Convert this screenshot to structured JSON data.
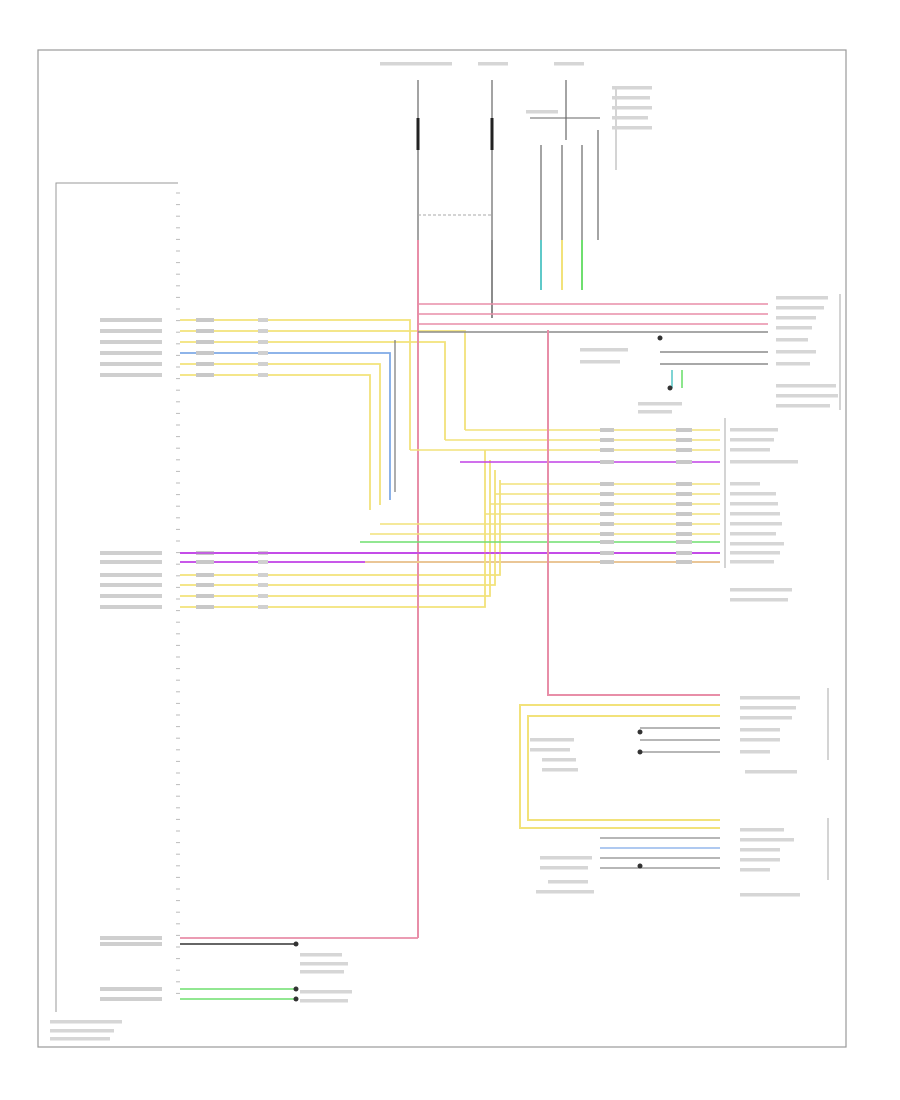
{
  "figure_code": "",
  "modules": [
    {
      "id": "tcm",
      "name": ""
    },
    {
      "id": "shifter",
      "name": ""
    },
    {
      "id": "ebcm",
      "name": ""
    },
    {
      "id": "smm",
      "name": ""
    },
    {
      "id": "paddle",
      "name": ""
    }
  ],
  "wire_colors": {
    "red": "#e88ea8",
    "yellow": "#f2e27a",
    "purple": "#c040e6",
    "green": "#6fdf6f",
    "blue": "#7fa9e6",
    "gray": "#8c8c8c",
    "black": "#333333",
    "teal": "#5fc9c9"
  }
}
